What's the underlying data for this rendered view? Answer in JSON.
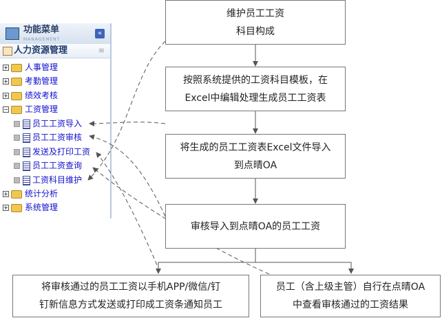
{
  "sidebar": {
    "header_title": "功能菜单",
    "header_sub": "MANAGEMENT",
    "section": "人力资源管理",
    "items": [
      "人事管理",
      "考勤管理",
      "绩效考核",
      "工资管理",
      "员工工资导入",
      "员工工资审核",
      "发送及打印工资",
      "员工工资查询",
      "工资科目维护",
      "统计分析",
      "系统管理"
    ]
  },
  "flow": {
    "step1a": "维护员工工资",
    "step1b": "科目构成",
    "step2a": "按照系统提供的工资科目模板，在",
    "step2b": "Excel中编辑处理生成员工工资表",
    "step3a": "将生成的员工工资表Excel文件导入",
    "step3b": "到点晴OA",
    "step4": "审核导入到点晴OA的员工工资",
    "step5a": "将审核通过的员工工资以手机APP/微信/钉",
    "step5b": "钉新信息方式发送或打印成工资条通知员工",
    "step6a": "员工（含上级主管）自行在点晴OA",
    "step6b": "中查看审核通过的工资结果"
  }
}
